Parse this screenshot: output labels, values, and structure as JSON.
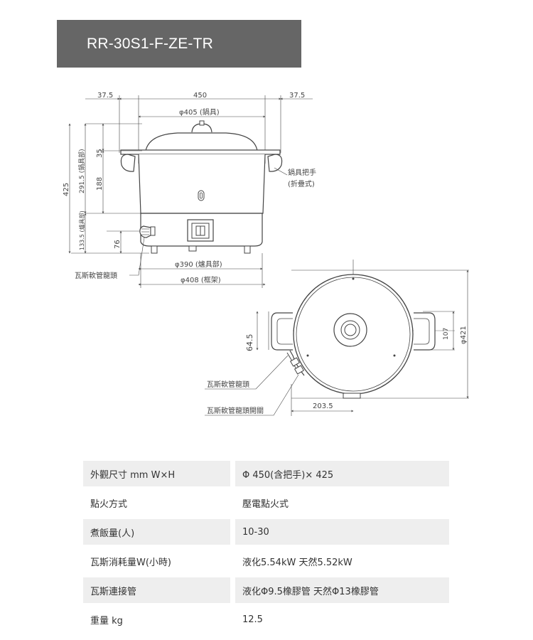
{
  "header": {
    "model": "RR-30S1-F-ZE-TR"
  },
  "drawing": {
    "dim_left_handle": "37.5",
    "dim_total_width": "450",
    "dim_right_handle": "37.5",
    "dim_pot_diameter": "φ405 (鍋具)",
    "dim_height_total": "425",
    "dim_pot_height": "291.5 (鍋具部)",
    "dim_lid": "35",
    "dim_body": "188",
    "dim_burner_height": "133.5 (爐具部)",
    "dim_valve_height": "76",
    "dim_burner_diameter": "φ390 (爐具部)",
    "dim_frame_diameter": "φ408 (框架)",
    "label_handle_line1": "鍋具把手",
    "label_handle_line2": "(折疊式)",
    "label_hose_fitting": "瓦斯軟管龍頭",
    "dim_top_offset": "64.5",
    "dim_handle_width": "107",
    "dim_outer_diameter": "φ421",
    "dim_depth": "203.5",
    "label_hose_fitting_top": "瓦斯軟管龍頭",
    "label_hose_switch": "瓦斯軟管龍頭開關"
  },
  "specs": [
    {
      "label": "外觀尺寸 mm W×H",
      "value": "Φ 450(含把手)× 425"
    },
    {
      "label": "點火方式",
      "value": "壓電點火式"
    },
    {
      "label": "煮飯量(人)",
      "value": "10-30"
    },
    {
      "label": "瓦斯消耗量W(小時)",
      "value": "液化5.54kW 天然5.52kW"
    },
    {
      "label": "瓦斯連接管",
      "value": "液化Φ9.5橡膠管 天然Φ13橡膠管"
    },
    {
      "label": "重量 kg",
      "value": "12.5"
    }
  ]
}
